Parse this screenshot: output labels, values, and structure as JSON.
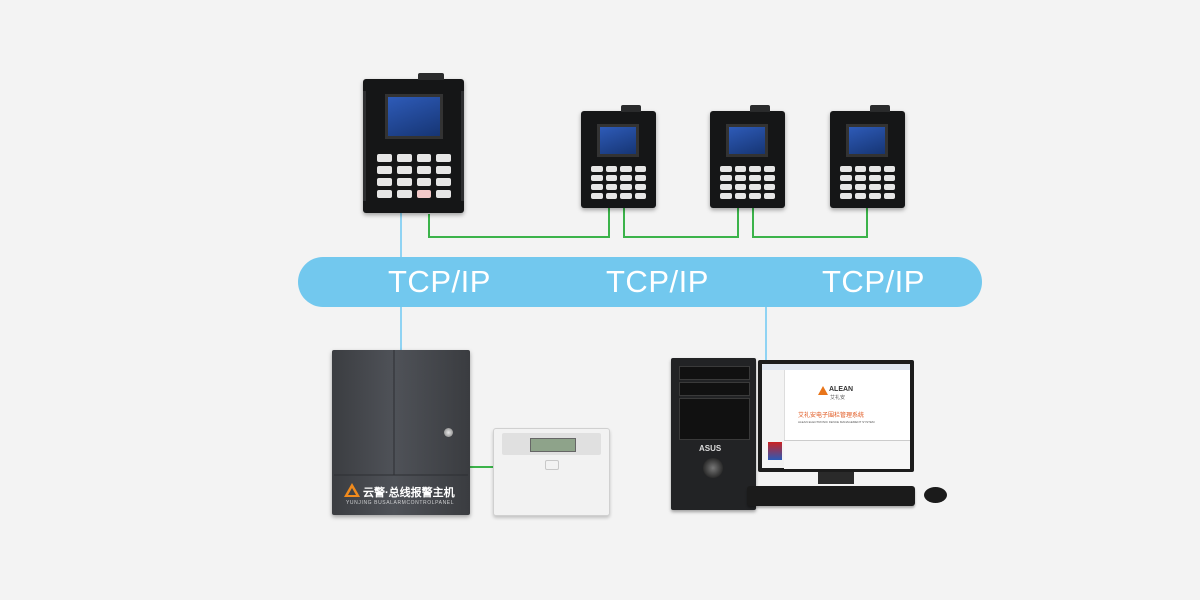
{
  "network": {
    "labels": [
      "TCP/IP",
      "TCP/IP",
      "TCP/IP"
    ]
  },
  "panel": {
    "brand": "云警·总线报警主机",
    "brand_sub": "YUNJING BUSALARMCONTROLPANEL"
  },
  "software": {
    "logo_text": "ALEAN",
    "logo_cn": "艾礼安",
    "title": "艾礼安电子围栏管理系统",
    "subtitle": "ALEAN ELECTRONIC FENCE MANAGEMENT SYSTEM"
  },
  "tower": {
    "brand": "ASUS"
  },
  "colors": {
    "bus": "#72c8ee",
    "link_green": "#3bb34a",
    "link_blue": "#8fd3f3",
    "background": "#f3f3f3"
  },
  "icons": [
    "keypad-icon",
    "alarm-panel-icon",
    "lcd-keypad-icon",
    "computer-icon"
  ]
}
